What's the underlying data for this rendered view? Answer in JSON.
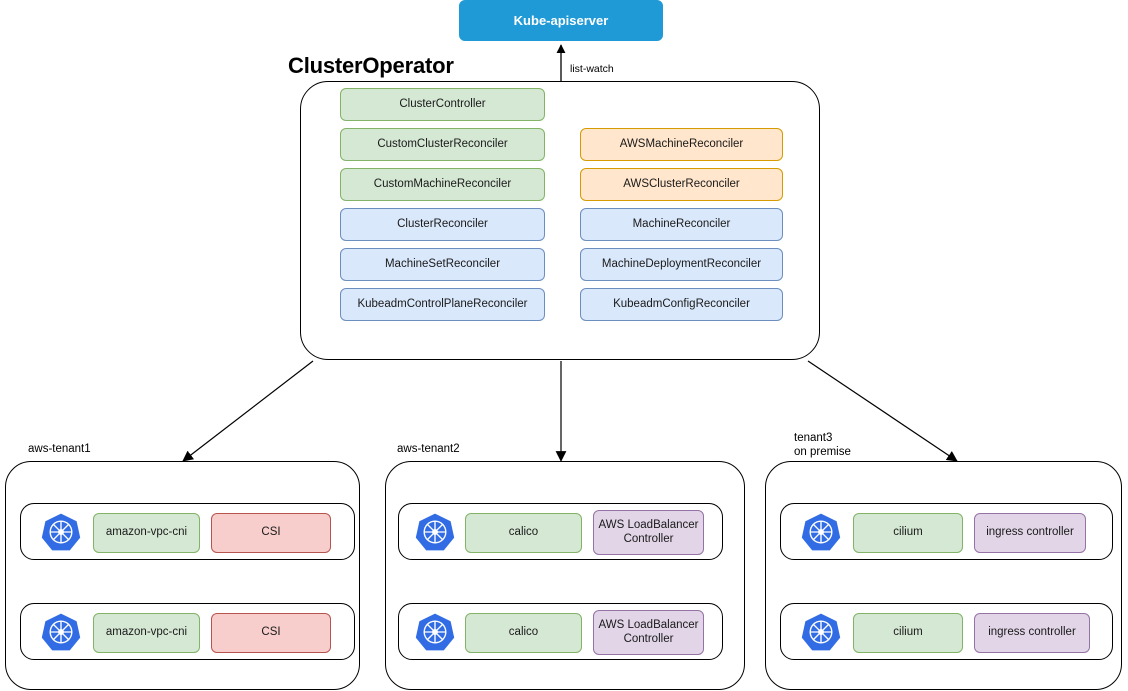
{
  "diagram": {
    "title": "ClusterOperator",
    "apiserver": {
      "label": "Kube-apiserver"
    },
    "edges": {
      "list_watch": "list-watch"
    },
    "operator": {
      "left_column": [
        {
          "label": "ClusterController",
          "color": "green"
        },
        {
          "label": "CustomClusterReconciler",
          "color": "green"
        },
        {
          "label": "CustomMachineReconciler",
          "color": "green"
        },
        {
          "label": "ClusterReconciler",
          "color": "blue"
        },
        {
          "label": "MachineSetReconciler",
          "color": "blue"
        },
        {
          "label": "KubeadmControlPlaneReconciler",
          "color": "blue"
        }
      ],
      "right_column": [
        {
          "label": "AWSMachineReconciler",
          "color": "orange"
        },
        {
          "label": "AWSClusterReconciler",
          "color": "orange"
        },
        {
          "label": "MachineReconciler",
          "color": "blue"
        },
        {
          "label": "MachineDeploymentReconciler",
          "color": "blue"
        },
        {
          "label": "KubeadmConfigReconciler",
          "color": "blue"
        }
      ]
    },
    "tenants": [
      {
        "name": "aws-tenant1",
        "nodes": [
          {
            "icon": "kubernetes-logo-icon",
            "components": [
              {
                "label": "amazon-vpc-cni",
                "color": "green"
              },
              {
                "label": "CSI",
                "color": "red"
              }
            ]
          },
          {
            "icon": "kubernetes-logo-icon",
            "components": [
              {
                "label": "amazon-vpc-cni",
                "color": "green"
              },
              {
                "label": "CSI",
                "color": "red"
              }
            ]
          }
        ]
      },
      {
        "name": "aws-tenant2",
        "nodes": [
          {
            "icon": "kubernetes-logo-icon",
            "components": [
              {
                "label": "calico",
                "color": "green"
              },
              {
                "label": "AWS LoadBalancer Controller",
                "color": "purple"
              }
            ]
          },
          {
            "icon": "kubernetes-logo-icon",
            "components": [
              {
                "label": "calico",
                "color": "green"
              },
              {
                "label": "AWS LoadBalancer Controller",
                "color": "purple"
              }
            ]
          }
        ]
      },
      {
        "name": "tenant3\non premise",
        "nodes": [
          {
            "icon": "kubernetes-logo-icon",
            "components": [
              {
                "label": "cilium",
                "color": "green"
              },
              {
                "label": "ingress controller",
                "color": "purple"
              }
            ]
          },
          {
            "icon": "kubernetes-logo-icon",
            "components": [
              {
                "label": "cilium",
                "color": "green"
              },
              {
                "label": "ingress controller",
                "color": "purple"
              }
            ]
          }
        ]
      }
    ],
    "colors": {
      "apiserver_fill": "#1f9ad6",
      "green_fill": "#d5e8d4",
      "green_stroke": "#82b366",
      "blue_fill": "#dae8fc",
      "blue_stroke": "#6c8ebf",
      "orange_fill": "#ffe6cc",
      "orange_stroke": "#d79b00",
      "red_fill": "#f8cecc",
      "red_stroke": "#b85450",
      "purple_fill": "#e1d5e7",
      "purple_stroke": "#9673a6",
      "kubernetes_blue": "#326ce5"
    }
  }
}
